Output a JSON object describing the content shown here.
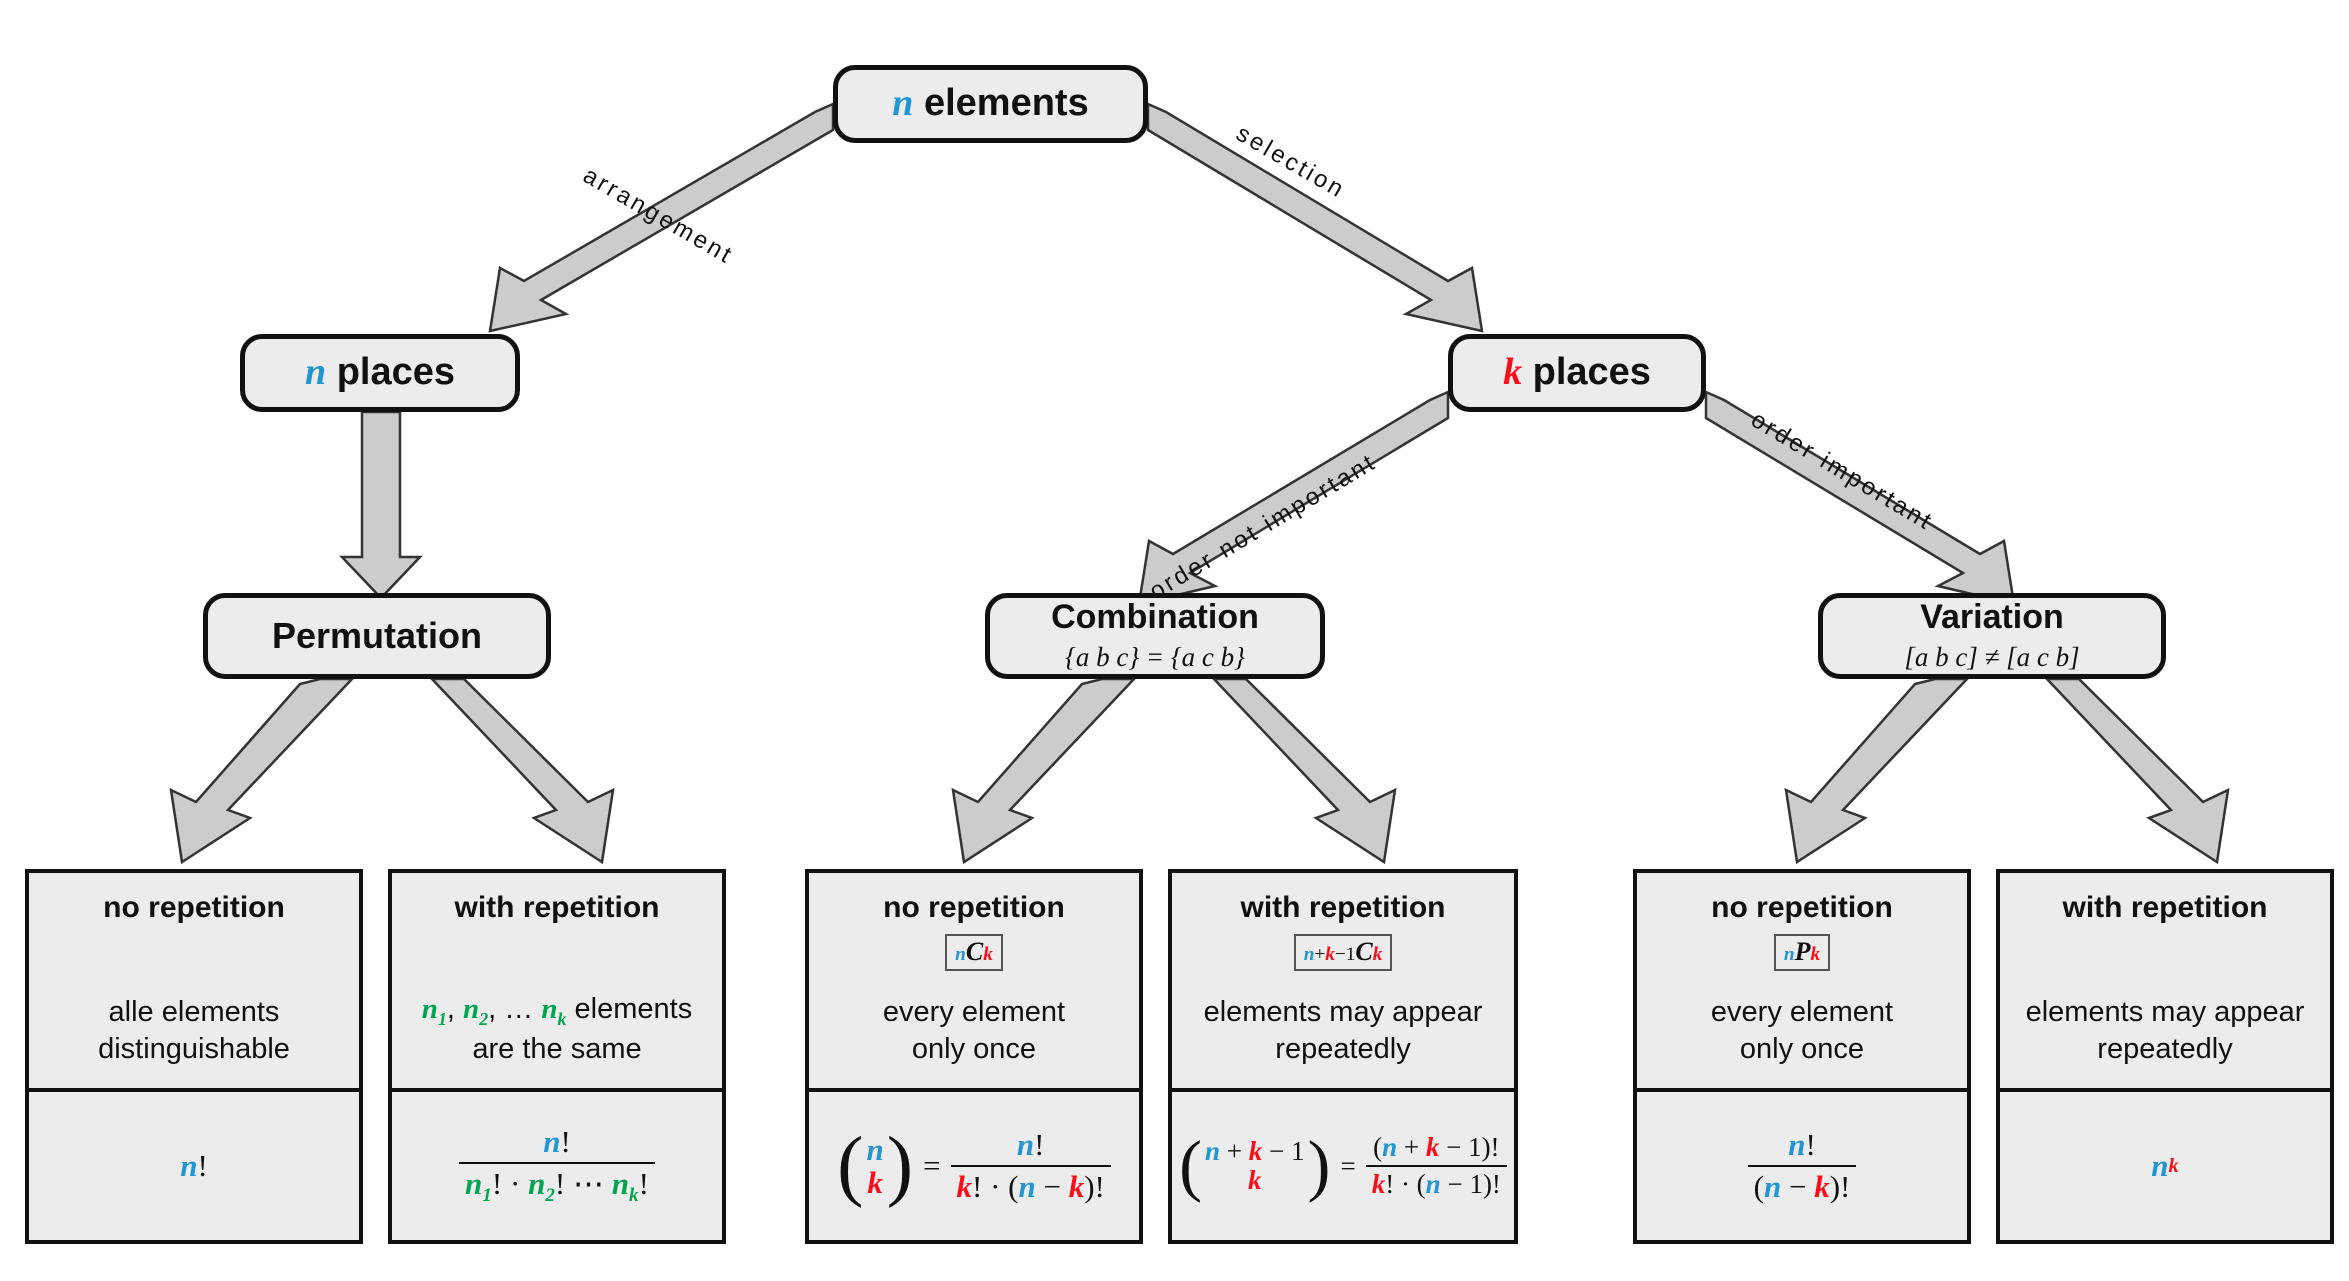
{
  "diagram": {
    "title": "Combinatorics decision tree",
    "colors": {
      "n_blue": "#2196d3",
      "k_red": "#fc0d1b",
      "green": "#00a550",
      "box_fill": "#ececec",
      "box_border": "#111111",
      "arrow_fill": "#cccccc"
    }
  },
  "nodes": {
    "root": {
      "var": "n",
      "label": "elements"
    },
    "n_places": {
      "var": "n",
      "label": "places"
    },
    "k_places": {
      "var": "k",
      "label": "places"
    },
    "permutation": {
      "title": "Permutation",
      "sub": ""
    },
    "combination": {
      "title": "Combination",
      "sub": "{a b c} = {a c b}"
    },
    "variation": {
      "title": "Variation",
      "sub": "[a b c] ≠ [a c b]"
    }
  },
  "edges": {
    "arrangement": "arrangement",
    "selection": "selection",
    "order_not_important": "order not important",
    "order_important": "order important"
  },
  "leaves": [
    {
      "head": "no repetition",
      "notation": "",
      "desc_line1": "alle elements",
      "desc_line2": "distinguishable",
      "formula": "n!"
    },
    {
      "head": "with repetition",
      "notation": "",
      "desc_line1": "n₁, n₂, … nₖ elements",
      "desc_line2": "are the same",
      "formula": "n! / (n₁! · n₂! ⋯ nₖ!)"
    },
    {
      "head": "no repetition",
      "notation": "nCk",
      "desc_line1": "every element",
      "desc_line2": "only once",
      "formula": "(n over k) = n! / (k! · (n − k)!)"
    },
    {
      "head": "with repetition",
      "notation": "n+k−1Ck",
      "desc_line1": "elements may appear",
      "desc_line2": "repeatedly",
      "formula": "(n+k−1 over k) = (n + k − 1)! / (k! · (n − 1)!)"
    },
    {
      "head": "no repetition",
      "notation": "nPk",
      "desc_line1": "every element",
      "desc_line2": "only once",
      "formula": "n! / (n − k)!"
    },
    {
      "head": "with repetition",
      "notation": "",
      "desc_line1": "elements may appear",
      "desc_line2": "repeatedly",
      "formula": "nᵏ"
    }
  ]
}
